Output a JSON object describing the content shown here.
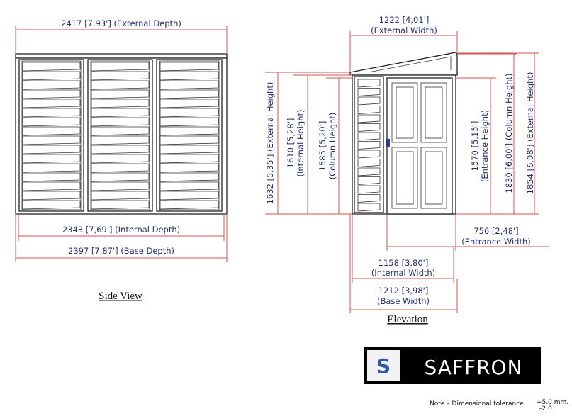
{
  "side_view": {
    "caption": "Side View",
    "external_depth": "2417 [7,93'] (External Depth)",
    "internal_depth": "2343 [7,69'] (Internal Depth)",
    "base_depth": "2397 [7,87'] (Base Depth)"
  },
  "elevation": {
    "caption": "Elevation",
    "external_width": {
      "value": "1222 [4,01']",
      "label": "(External Width)"
    },
    "external_height_left": "1632 [5,35'] (External Height)",
    "internal_height": {
      "value": "1610 [5,28']",
      "label": "(Internal Height)"
    },
    "column_height_left": {
      "value": "1585 [5,20']",
      "label": "(Column Height)"
    },
    "entrance_height": {
      "value": "1570 [5,15']",
      "label": "(Entrance Height)"
    },
    "column_height_right": "1830 [6,00'] (Column Height)",
    "external_height_right": "1854 [6,08'] (External Height)",
    "entrance_width": {
      "value": "756 [2,48']",
      "label": "(Entrance Width)"
    },
    "internal_width": {
      "value": "1158 [3,80']",
      "label": "(Internal Width)"
    },
    "base_width": {
      "value": "1212 [3,98']",
      "label": "(Base Width)"
    }
  },
  "logo": {
    "mark": "S",
    "name": "SAFFRON",
    "mark_color": "#2b5aa8"
  },
  "note": {
    "text": "Note  –  Dimensional tolerance",
    "plus": "+5.0 mm.",
    "minus": "–2.0"
  },
  "colors": {
    "dimension_line": "#d6554f",
    "dimension_text": "#23306e"
  }
}
